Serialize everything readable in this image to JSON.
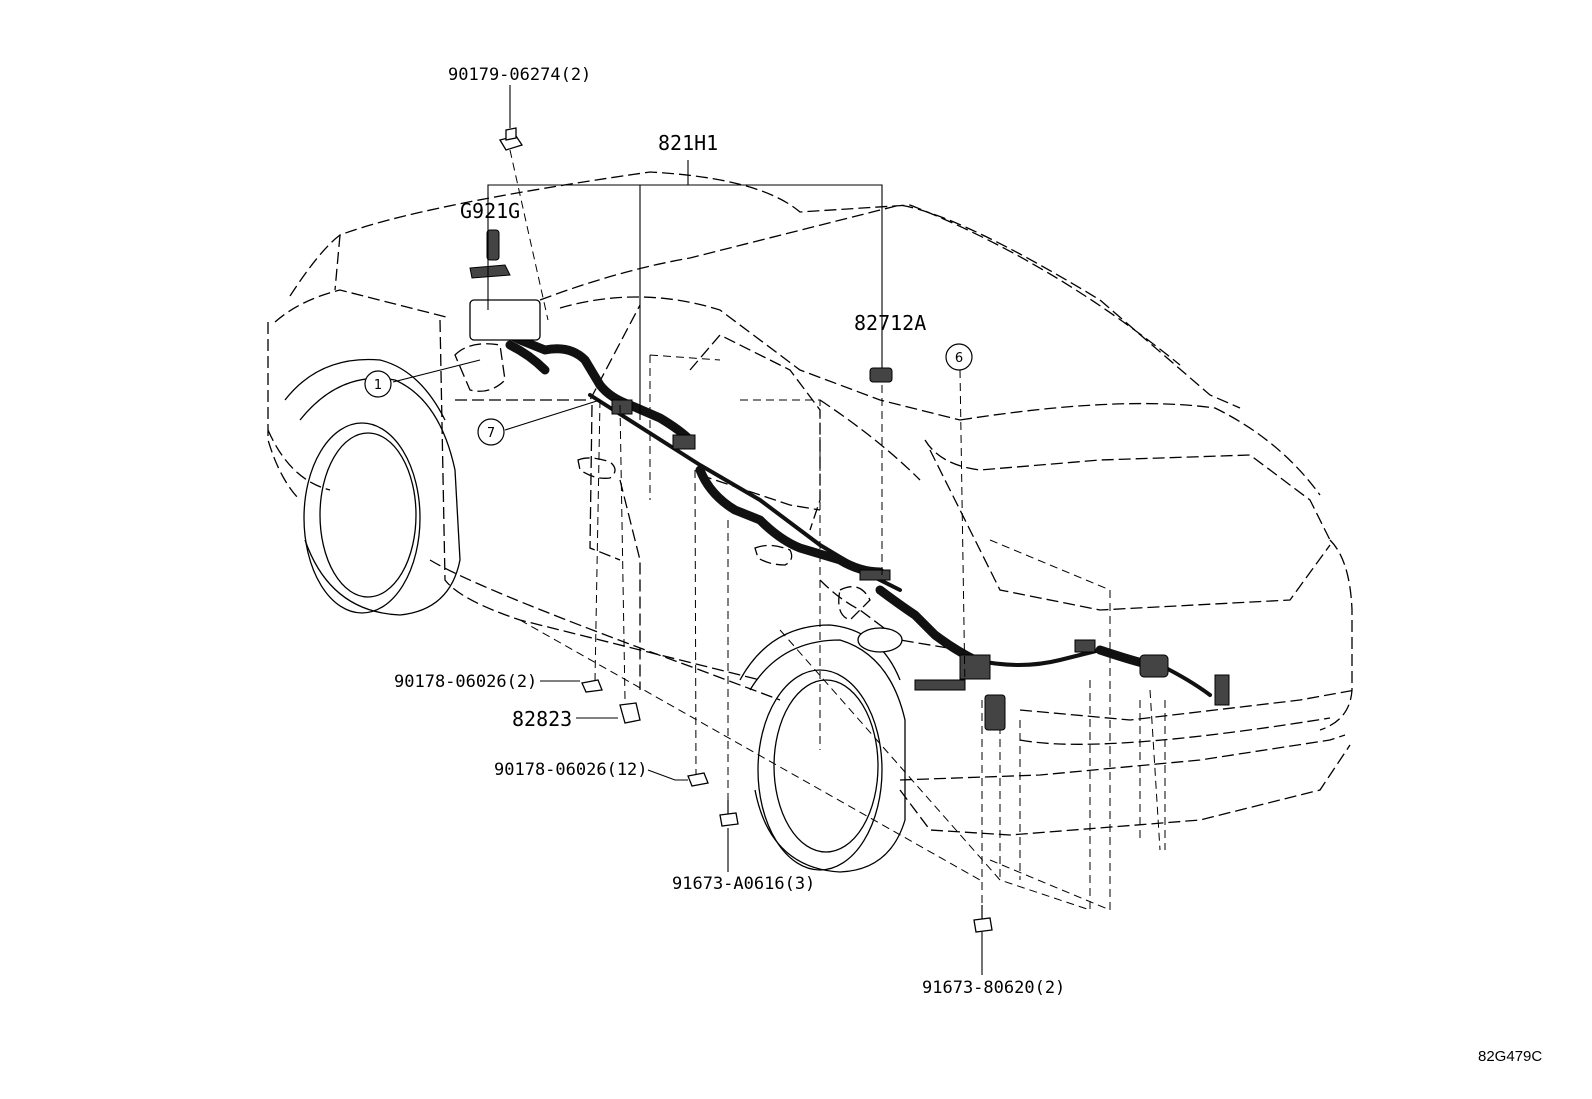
{
  "labels": {
    "part_90179": "90179-06274(2)",
    "part_821H1": "821H1",
    "part_G921G": "G921G",
    "part_82712A": "82712A",
    "part_90178_a": "90178-06026(2)",
    "part_82823": "82823",
    "part_90178_b": "90178-06026(12)",
    "part_91673_a": "91673-A0616(3)",
    "part_91673_b": "91673-80620(2)"
  },
  "callouts": {
    "c1": "1",
    "c6": "6",
    "c7": "7"
  },
  "diagram_code": "82G479C"
}
